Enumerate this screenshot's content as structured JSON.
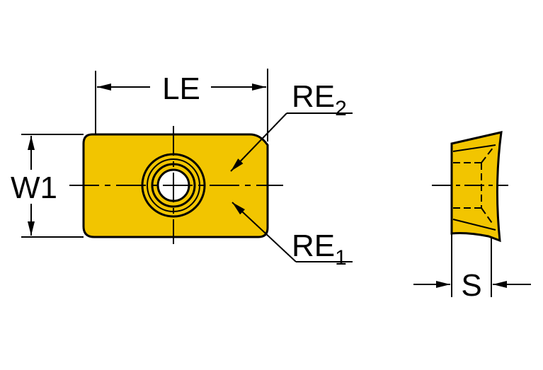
{
  "labels": {
    "le": "LE",
    "w1": "W1",
    "re2": {
      "base": "RE",
      "sub": "2"
    },
    "re1": {
      "base": "RE",
      "sub": "1"
    },
    "s": "S"
  },
  "colors": {
    "insert_fill": "#f2c500",
    "line": "#000000",
    "background": "#ffffff"
  }
}
